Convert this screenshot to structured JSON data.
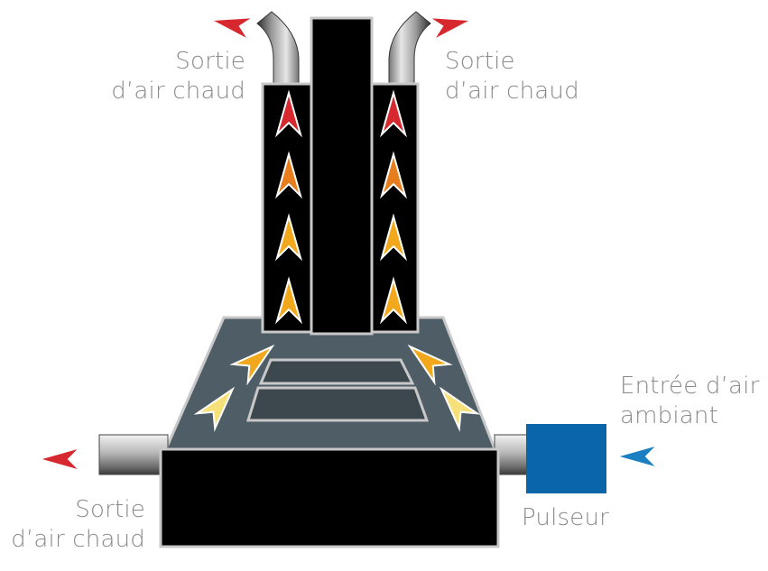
{
  "labels": {
    "top_left": [
      "Sortie",
      "d’air chaud"
    ],
    "top_right": [
      "Sortie",
      "d’air chaud"
    ],
    "bottom_left": [
      "Sortie",
      "d’air chaud"
    ],
    "inlet": [
      "Entrée d’air",
      "ambiant"
    ],
    "blower": "Pulseur"
  },
  "colors": {
    "hot_arrow": "#d7282f",
    "warm_arrow": "#e87d1e",
    "mild_arrow": "#f2a81d",
    "cool_arrow": "#f6e07a",
    "inlet_arrow": "#1b7fc1",
    "blower": "#0a66a8",
    "body": "#000000",
    "tray": "#4f5d66",
    "label": "#8a8a8a"
  },
  "icons": {
    "flow_arrow": "chevron-arrowhead",
    "pipe": "steel-pipe"
  }
}
